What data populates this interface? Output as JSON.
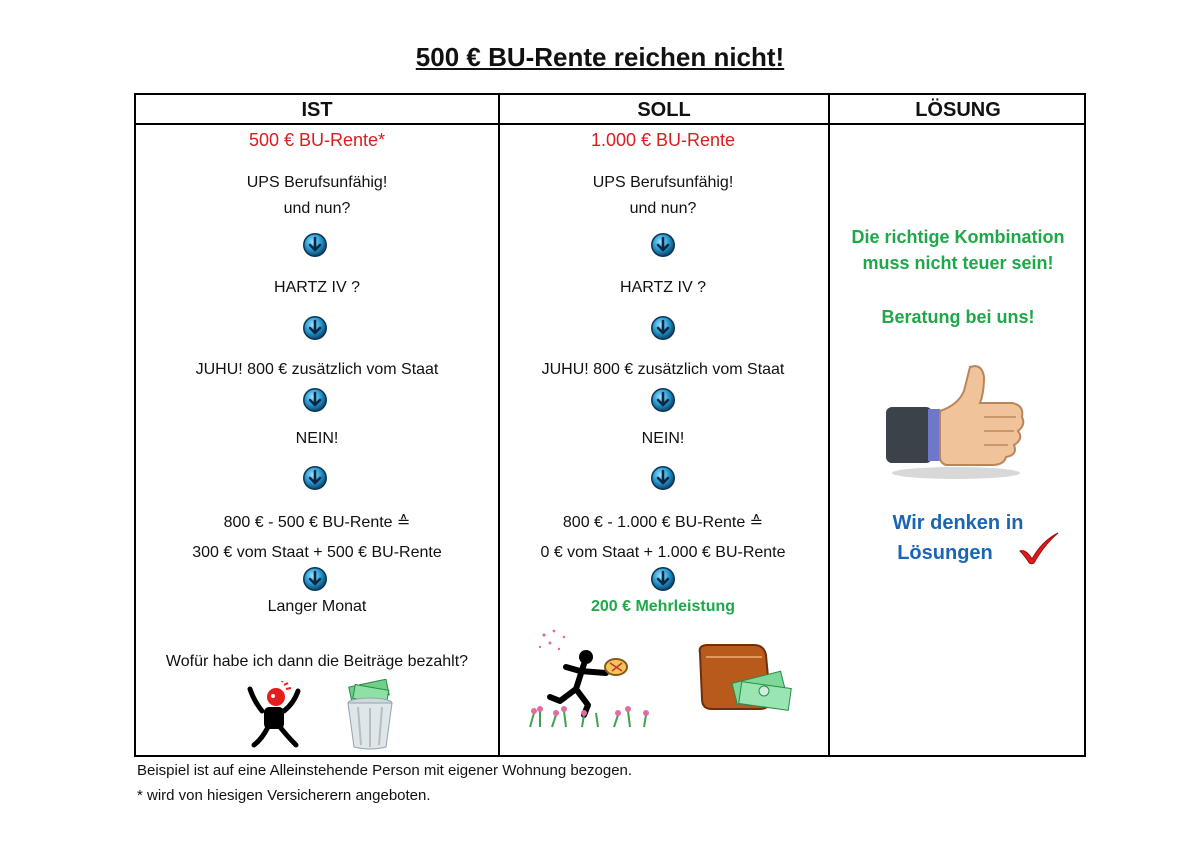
{
  "title": "500 € BU-Rente reichen nicht!",
  "headers": {
    "ist": "IST",
    "soll": "SOLL",
    "loesung": "LÖSUNG"
  },
  "ist": {
    "rente": "500 € BU-Rente*",
    "line1": "UPS Berufsunfähig!",
    "line2": "und nun?",
    "hartz": "HARTZ IV ?",
    "juhu": "JUHU! 800 € zusätzlich vom Staat",
    "nein": "NEIN!",
    "calc1": "800 € - 500 € BU-Rente ≙",
    "calc2": "300 € vom Staat + 500 € BU-Rente",
    "result": "Langer Monat",
    "question": "Wofür habe ich dann die Beiträge bezahlt?"
  },
  "soll": {
    "rente": "1.000 € BU-Rente",
    "line1": "UPS Berufsunfähig!",
    "line2": "und nun?",
    "hartz": "HARTZ IV ?",
    "juhu": "JUHU! 800 € zusätzlich vom Staat",
    "nein": "NEIN!",
    "calc1": "800 € - 1.000 € BU-Rente ≙",
    "calc2": "0 € vom Staat + 1.000 € BU-Rente",
    "result": "200 € Mehrleistung"
  },
  "loesung": {
    "line1": "Die richtige Kombination",
    "line2": "muss nicht teuer sein!",
    "line3": "Beratung bei uns!",
    "slogan1": "Wir denken in",
    "slogan2": "Lösungen"
  },
  "footnotes": {
    "line1": "Beispiel ist auf eine Alleinstehende Person mit eigener Wohnung bezogen.",
    "line2": "* wird von hiesigen Versicherern angeboten."
  },
  "colors": {
    "red": "#d81e1e",
    "green": "#1ea84a",
    "blue": "#1a66b5",
    "arrow": "#2a9fd8"
  },
  "icons": [
    "arrow-down-circle-icon",
    "angry-stickman-icon",
    "money-trash-icon",
    "running-stickman-icon",
    "wallet-money-icon",
    "thumbs-up-icon",
    "red-checkmark-icon"
  ]
}
